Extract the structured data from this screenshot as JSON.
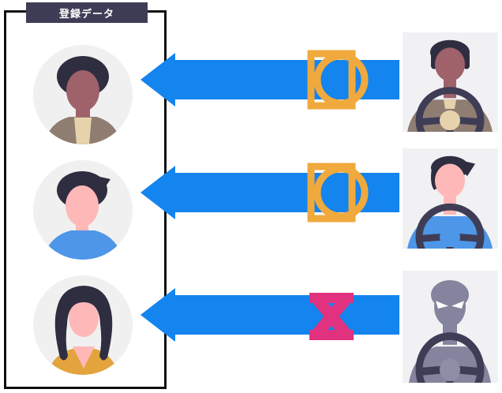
{
  "badge": {
    "label": "登録データ"
  },
  "colors": {
    "arrow_blue": "#1484EE",
    "match_amber": "#F0A93C",
    "mismatch_pink": "#E0327E",
    "badge_bg": "#3F3D56",
    "box_border": "#0F0F0F",
    "hair_dark": "#2F2E41",
    "skin_brown": "#9F616A",
    "skin_light": "#FFB8B8",
    "jacket_taupe": "#8F7D72",
    "shirt_cream": "#E6D3AC",
    "shirt_blue": "#4D96E8",
    "top_mustard": "#E3A33D",
    "silhouette_grey": "#84849E",
    "avatar_bg": "#F0F0F0",
    "photo_bg": "#F1F1F4"
  },
  "rows": [
    {
      "registered_person": "man-dark-hair-brown-skin",
      "driver": "man-dark-hair-brown-skin-at-steering-wheel",
      "result": "match",
      "icon": "face-match-scan-icon"
    },
    {
      "registered_person": "man-dark-hair-light-skin-blue-shirt",
      "driver": "man-dark-hair-blue-shirt-at-steering-wheel",
      "result": "match",
      "icon": "face-match-scan-icon"
    },
    {
      "registered_person": "woman-long-dark-hair-yellow-top",
      "driver": "unknown-silhouette-at-steering-wheel",
      "result": "mismatch",
      "icon": "mismatch-x-icon"
    }
  ]
}
